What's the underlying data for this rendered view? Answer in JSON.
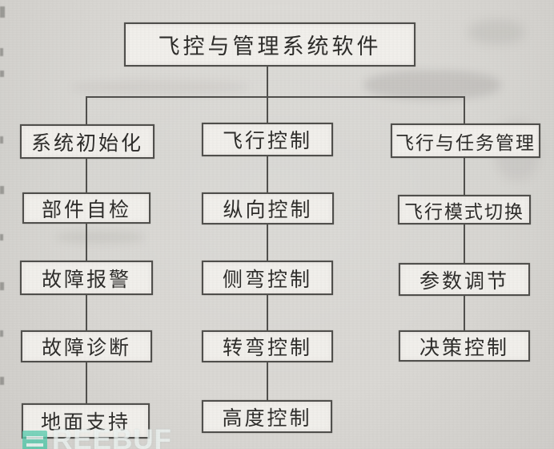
{
  "diagram": {
    "type": "tree",
    "root_label": "飞控与管理系统软件",
    "branches": [
      {
        "header": "系统初始化",
        "children": [
          "部件自检",
          "故障报警",
          "故障诊断",
          "地面支持"
        ]
      },
      {
        "header": "飞行控制",
        "children": [
          "纵向控制",
          "侧弯控制",
          "转弯控制",
          "高度控制"
        ]
      },
      {
        "header": "飞行与任务管理",
        "children": [
          "飞行模式切换",
          "参数调节",
          "决策控制"
        ]
      }
    ]
  },
  "colors": {
    "line": "#4d4c49",
    "box_fill": "#f0eeea",
    "background": "#d7d5d1",
    "watermark_teal": "#4cc6a6"
  },
  "watermark": {
    "brand": "FreeBuf",
    "visible_letters": "REEBUF"
  }
}
